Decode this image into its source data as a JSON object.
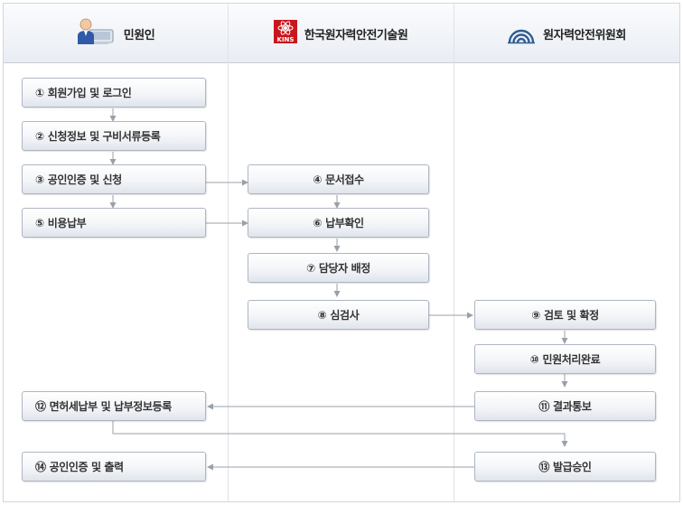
{
  "columns": [
    {
      "label": "민원인",
      "icon": "user-computer-icon"
    },
    {
      "label": "한국원자력안전기술원",
      "icon": "kins-logo-icon",
      "logo_text": "KINS"
    },
    {
      "label": "원자력안전위원회",
      "icon": "nssc-logo-icon"
    }
  ],
  "steps": [
    {
      "num": "①",
      "label": "회원가입 및 로그인"
    },
    {
      "num": "②",
      "label": "신청정보 및 구비서류등록"
    },
    {
      "num": "③",
      "label": "공인인증 및 신청"
    },
    {
      "num": "④",
      "label": "문서접수"
    },
    {
      "num": "⑤",
      "label": "비용납부"
    },
    {
      "num": "⑥",
      "label": "납부확인"
    },
    {
      "num": "⑦",
      "label": "담당자 배정"
    },
    {
      "num": "⑧",
      "label": "심검사"
    },
    {
      "num": "⑨",
      "label": "검토 및 확정"
    },
    {
      "num": "⑩",
      "label": "민원처리완료"
    },
    {
      "num": "⑪",
      "label": "결과통보"
    },
    {
      "num": "⑫",
      "label": "면허세납부 및 납부정보등록"
    },
    {
      "num": "⑬",
      "label": "발급승인"
    },
    {
      "num": "⑭",
      "label": "공인인증 및 출력"
    }
  ],
  "colors": {
    "connector": "#9aa0a8",
    "kins_red": "#c8161d",
    "nssc_blue": "#2f5d8f"
  }
}
